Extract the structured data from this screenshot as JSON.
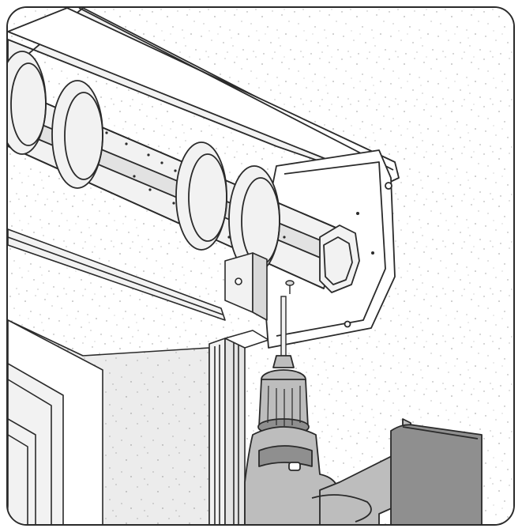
{
  "figure": {
    "kind": "assembly-instruction-illustration",
    "parts": [
      "wall",
      "roller-box-housing",
      "roller-tube",
      "tube-rings",
      "end-cap",
      "mounting-bracket",
      "screw",
      "guide-rail",
      "door-frame",
      "cordless-drill"
    ]
  },
  "colors": {
    "line": "#2a2a2a",
    "panel": "#f2f2f2",
    "panel_dark": "#d9d9d9",
    "drill_body": "#bdbdbd",
    "drill_dark": "#8f8f8f",
    "wall_speckle": "#9a9a9a",
    "background": "#ffffff"
  }
}
